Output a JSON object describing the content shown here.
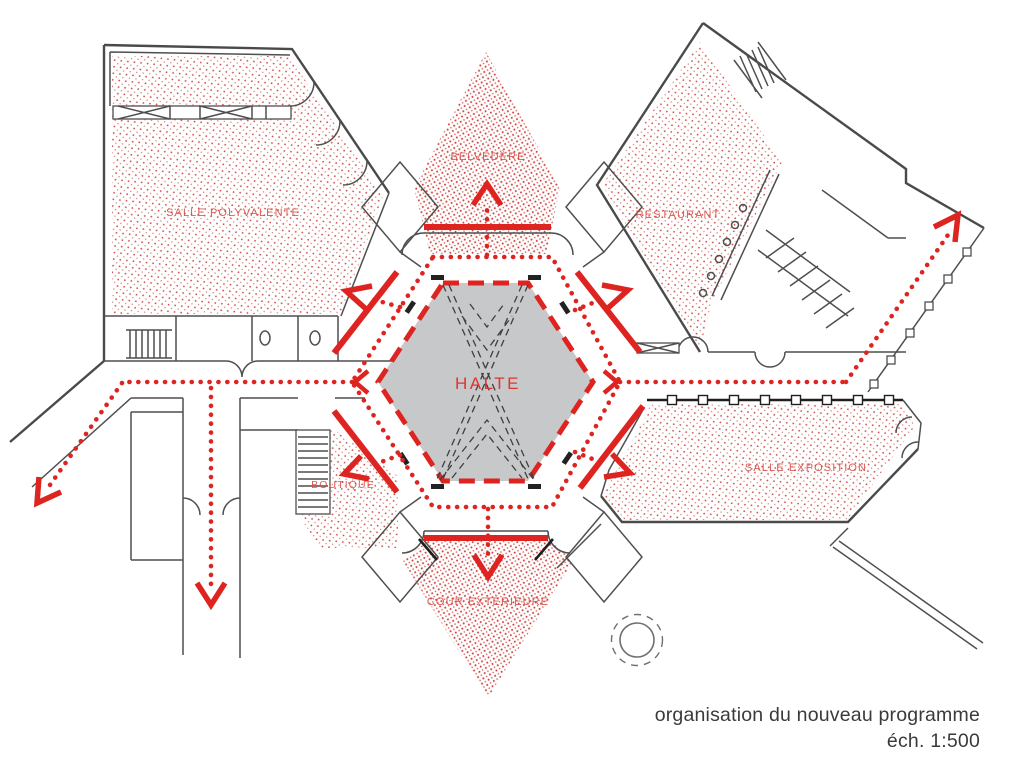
{
  "plan": {
    "rooms": {
      "salle_polyvalente": "SALLE POLYVALENTE",
      "belvedere": "BELVÉDÈRE",
      "restaurant": "RESTAURANT",
      "halte": "HALTE",
      "boutique": "BOUTIQUE",
      "salle_exposition": "SALLE EXPOSITION",
      "cour_exterieure": "COUR EXTÉRIEURE"
    },
    "caption": {
      "line1": "organisation du nouveau programme",
      "line2": "éch. 1:500"
    },
    "colors": {
      "circulation_red": "#de2420",
      "stipple_red": "#d4534e",
      "halte_gray": "#c7c8ca",
      "wall_gray": "#4f4f4f",
      "caption_gray": "#3a3a3a"
    }
  }
}
